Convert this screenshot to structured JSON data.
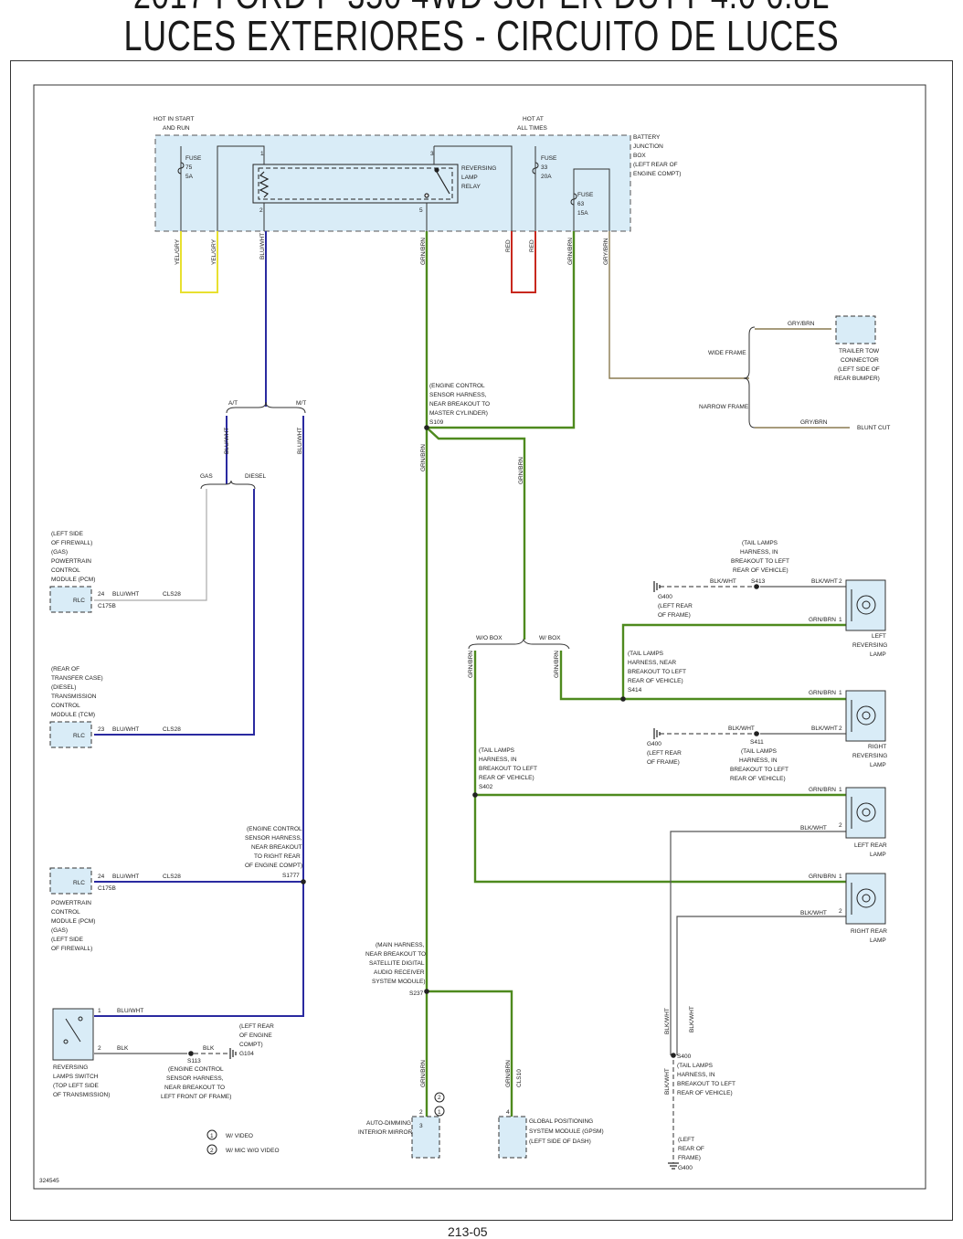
{
  "header": {
    "title_cut": "2017 FORD F-350 4WD SUPER DUTY 4.0 6.8L",
    "title": "LUCES EXTERIORES - CIRCUITO DE LUCES DE MARCHA ATRÁS"
  },
  "footer": {
    "page": "213-05"
  },
  "diagram": {
    "id": "324545",
    "bjb": {
      "hot_run": [
        "HOT IN START",
        "AND RUN"
      ],
      "hot_all": [
        "HOT AT",
        "ALL TIMES"
      ],
      "box_label": [
        "BATTERY",
        "JUNCTION",
        "BOX",
        "(LEFT REAR OF",
        "ENGINE COMPT)"
      ],
      "fuse75": [
        "FUSE",
        "75",
        "5A"
      ],
      "fuse33": [
        "FUSE",
        "33",
        "20A"
      ],
      "fuse63": [
        "FUSE",
        "63",
        "15A"
      ],
      "relay": [
        "REVERSING",
        "LAMP",
        "RELAY"
      ],
      "pins": {
        "p1": "1",
        "p2": "2",
        "p3": "3",
        "p5": "5"
      }
    },
    "wires": {
      "yel_gry": "YEL/GRY",
      "blu_wht": "BLU/WHT",
      "grn_brn": "GRN/BRN",
      "red": "RED",
      "gry_brn": "GRY/BRN",
      "blk_wht": "BLK/WHT",
      "blk": "BLK",
      "cls28": "CLS28",
      "cls10": "CLS10"
    },
    "labels": {
      "at": "A/T",
      "mt": "M/T",
      "gas": "GAS",
      "diesel": "DIESEL",
      "wo_box": "W/O BOX",
      "w_box": "W/ BOX",
      "wide_frame": "WIDE FRAME",
      "narrow_frame": "NARROW FRAME",
      "blunt_cut": "BLUNT CUT",
      "trailer": [
        "TRAILER TOW",
        "CONNECTOR",
        "(LEFT SIDE OF",
        "REAR BUMPER)"
      ],
      "s109_desc": [
        "(ENGINE CONTROL",
        "SENSOR HARNESS,",
        "NEAR BREAKOUT TO",
        "MASTER CYLINDER)"
      ],
      "s109": "S109",
      "pcm_gas_top": [
        "(LEFT SIDE",
        "OF FIREWALL)",
        "(GAS)",
        "POWERTRAIN",
        "CONTROL",
        "MODULE (PCM)"
      ],
      "tcm": [
        "(REAR OF",
        "TRANSFER CASE)",
        "(DIESEL)",
        "TRANSMISSION",
        "CONTROL",
        "MODULE (TCM)"
      ],
      "pcm_bottom": [
        "POWERTRAIN",
        "CONTROL",
        "MODULE (PCM)",
        "(GAS)",
        "(LEFT SIDE",
        "OF FIREWALL)"
      ],
      "rlc": "RLC",
      "c175b": "C175B",
      "pin24": "24",
      "pin23": "23",
      "s1777_desc": [
        "(ENGINE CONTROL",
        "SENSOR HARNESS,",
        "NEAR BREAKOUT",
        "TO RIGHT REAR",
        "OF ENGINE COMPT)"
      ],
      "s1777": "S1777",
      "s237_desc": [
        "(MAIN HARNESS,",
        "NEAR BREAKOUT TO",
        "SATELLITE DIGITAL",
        "AUDIO RECEIVER",
        "SYSTEM MODULE)"
      ],
      "s237": "S237",
      "s113": [
        "S113",
        "(ENGINE CONTROL",
        "SENSOR HARNESS,",
        "NEAR BREAKOUT TO",
        "LEFT FRONT OF FRAME)"
      ],
      "g104": "G104",
      "g104_desc": [
        "(LEFT REAR",
        "OF ENGINE",
        "COMPT)"
      ],
      "switch": [
        "REVERSING",
        "LAMPS SWITCH",
        "(TOP LEFT SIDE",
        "OF TRANSMISSION)"
      ],
      "mirror": [
        "AUTO-DIMMING",
        "INTERIOR MIRROR"
      ],
      "gpsm": [
        "GLOBAL POSITIONING",
        "SYSTEM MODULE (GPSM)",
        "(LEFT SIDE OF DASH)"
      ],
      "legend1": "W/ VIDEO",
      "legend2": "W/ MIC W/O VIDEO",
      "s413_desc": [
        "(TAIL LAMPS",
        "HARNESS, IN",
        "BREAKOUT TO LEFT",
        "REAR OF VEHICLE)"
      ],
      "s413": "S413",
      "g400": "G400",
      "g400_desc": [
        "(LEFT REAR",
        "OF FRAME)"
      ],
      "g400_desc2": [
        "(LEFT",
        "REAR OF",
        "FRAME)"
      ],
      "s414_desc": [
        "(TAIL LAMPS",
        "HARNESS, NEAR",
        "BREAKOUT TO LEFT",
        "REAR OF VEHICLE)"
      ],
      "s414": "S414",
      "s411_desc": [
        "S411",
        "(TAIL LAMPS",
        "HARNESS, IN",
        "BREAKOUT TO LEFT",
        "REAR OF VEHICLE)"
      ],
      "s402_desc": [
        "(TAIL LAMPS",
        "HARNESS, IN",
        "BREAKOUT TO LEFT",
        "REAR OF VEHICLE)"
      ],
      "s402": "S402",
      "s400_desc": [
        "S400",
        "(TAIL LAMPS",
        "HARNESS, IN",
        "BREAKOUT TO LEFT",
        "REAR OF VEHICLE)"
      ],
      "lamp_lr": [
        "LEFT",
        "REVERSING",
        "LAMP"
      ],
      "lamp_rr": [
        "RIGHT",
        "REVERSING",
        "LAMP"
      ],
      "lamp_ltail": [
        "LEFT REAR",
        "LAMP"
      ],
      "lamp_rtail": [
        "RIGHT REAR",
        "LAMP"
      ]
    }
  },
  "colors": {
    "green": "#4e8a1e",
    "blue": "#2a2aa0",
    "yellow": "#e8e030",
    "red": "#c8281e",
    "olive": "#8a7a50",
    "gray": "#8a8a8a",
    "box_fill": "#d9ecf7"
  }
}
